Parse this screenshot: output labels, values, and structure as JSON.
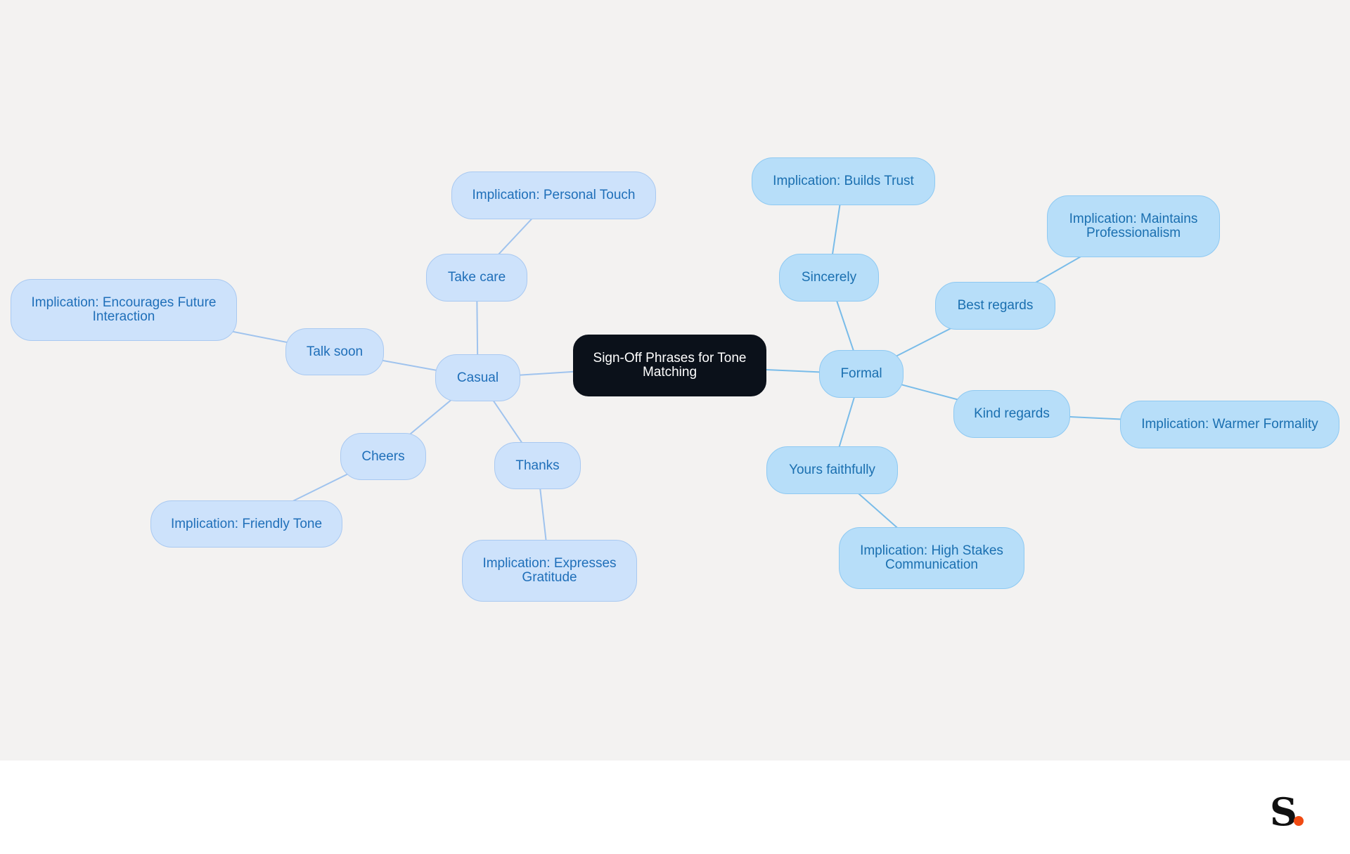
{
  "diagram": {
    "root": "Sign-Off Phrases for Tone Matching",
    "branches": [
      {
        "label": "Casual",
        "children": [
          {
            "label": "Take care",
            "implication": "Implication: Personal Touch"
          },
          {
            "label": "Talk soon",
            "implication": "Implication: Encourages Future Interaction"
          },
          {
            "label": "Cheers",
            "implication": "Implication: Friendly Tone"
          },
          {
            "label": "Thanks",
            "implication": "Implication: Expresses Gratitude"
          }
        ]
      },
      {
        "label": "Formal",
        "children": [
          {
            "label": "Sincerely",
            "implication": "Implication: Builds Trust"
          },
          {
            "label": "Best regards",
            "implication": "Implication: Maintains Professionalism"
          },
          {
            "label": "Kind regards",
            "implication": "Implication: Warmer Formality"
          },
          {
            "label": "Yours faithfully",
            "implication": "Implication: High Stakes Communication"
          }
        ]
      }
    ]
  },
  "colors": {
    "background": "#f3f2f1",
    "root_fill": "#0b111a",
    "casual_fill": "#cde2fb",
    "casual_text": "#1f6fb9",
    "formal_fill": "#b7def9",
    "formal_text": "#1a6fb0",
    "casual_edge": "#9fc3ee",
    "formal_edge": "#79bce9",
    "logo_dot": "#f04a12"
  },
  "logo": {
    "text": "S"
  }
}
